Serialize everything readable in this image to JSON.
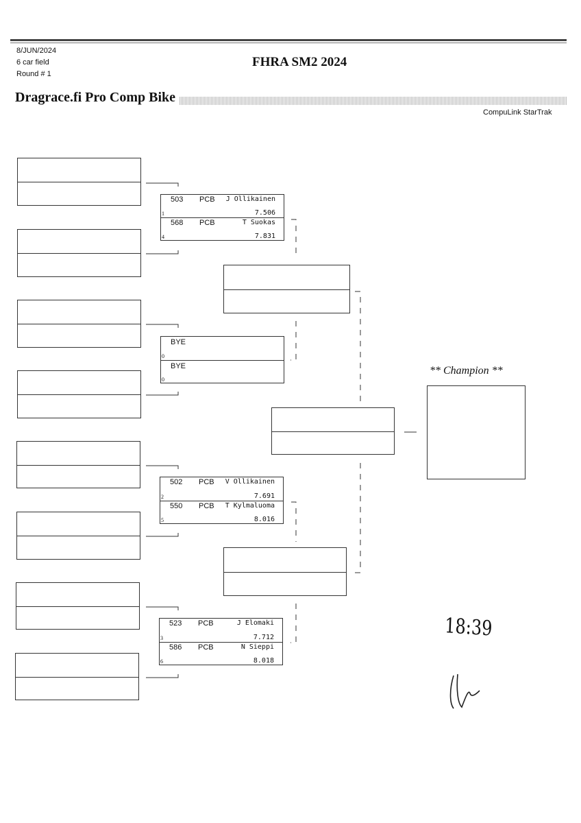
{
  "header": {
    "date": "8/JUN/2024",
    "field": "6 car field",
    "round": "Round # 1",
    "event_title": "FHRA SM2 2024",
    "class_title": "Dragrace.fi Pro Comp Bike",
    "software": "CompuLink StarTrak"
  },
  "matches": [
    {
      "lanes": [
        {
          "number": "503",
          "class": "PCB",
          "name": "J Ollikainen",
          "et": "7.506",
          "seed": "1"
        },
        {
          "number": "568",
          "class": "PCB",
          "name": "T Suokas",
          "et": "7.831",
          "seed": "4"
        }
      ]
    },
    {
      "lanes": [
        {
          "bye": "BYE",
          "seed": "0"
        },
        {
          "bye": "BYE",
          "seed": "0"
        }
      ]
    },
    {
      "lanes": [
        {
          "number": "502",
          "class": "PCB",
          "name": "V Ollikainen",
          "et": "7.691",
          "seed": "2"
        },
        {
          "number": "550",
          "class": "PCB",
          "name": "T Kylmaluoma",
          "et": "8.016",
          "seed": "5"
        }
      ]
    },
    {
      "lanes": [
        {
          "number": "523",
          "class": "PCB",
          "name": "J Elomaki",
          "et": "7.712",
          "seed": "3"
        },
        {
          "number": "586",
          "class": "PCB",
          "name": "N Sieppi",
          "et": "8.018",
          "seed": "6"
        }
      ]
    }
  ],
  "champion_label": "** Champion **",
  "handwritten_time": "18:39"
}
